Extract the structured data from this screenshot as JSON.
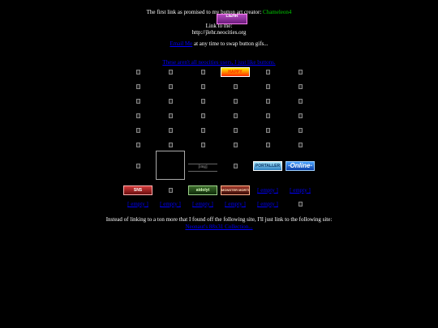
{
  "intro": {
    "text": "The first link as promised to my button art creator:",
    "creator_name": "Chameleon4"
  },
  "self_link": {
    "badge_text": "LIEHR",
    "label": "Link to me:",
    "url": "http://jlehr.neocities.org"
  },
  "contact": {
    "link_text": "Email Me",
    "rest": "at any time to swap button gifs..."
  },
  "notice": "These aren't all neocities users, I just like buttons.",
  "badges": {
    "row1": "HAPPY",
    "portal": "PORTALLER",
    "online": "·Online·",
    "pink": "SNS",
    "wolf": "atdolyt",
    "mortuary": "MONSTER MORTUARY"
  },
  "empty_label": "[ empty ]",
  "small_box_label": "[img]",
  "footer": {
    "text": "Instead of linking to a ton more that I found off the following site, I'll just link to the following site:",
    "link_text": "Neonaut's 88x31 Collection..."
  },
  "colors": {
    "background": "#000000",
    "text": "#ffffff",
    "link": "#0000ff",
    "credit": "#00cc00"
  }
}
